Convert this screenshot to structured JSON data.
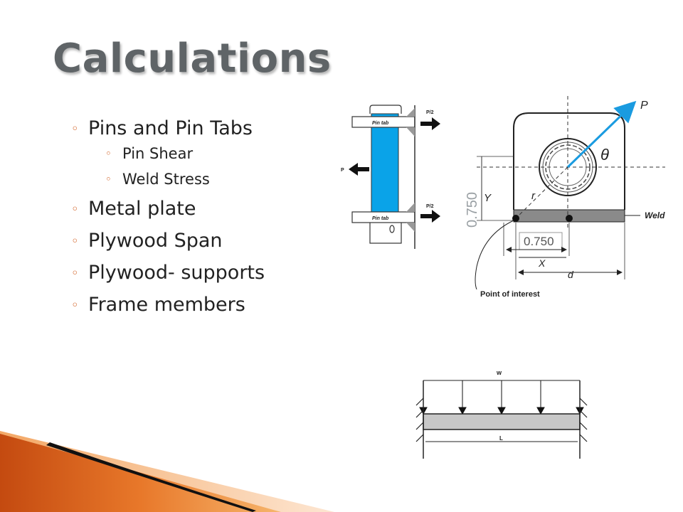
{
  "slide": {
    "title": "Calculations",
    "bullets": [
      {
        "text": "Pins and Pin Tabs",
        "children": [
          "Pin Shear",
          "Weld Stress"
        ]
      },
      {
        "text": "Metal plate",
        "children": []
      },
      {
        "text": "Plywood Span",
        "children": []
      },
      {
        "text": "Plywood- supports",
        "children": []
      },
      {
        "text": "Frame members",
        "children": []
      }
    ],
    "bullet_glyph": "◦"
  },
  "pin_diagram": {
    "tab_label_top": "Pin tab",
    "tab_label_bottom": "Pin tab",
    "force_half_top": "P/2",
    "force_half_bottom": "P/2",
    "force_left": "P"
  },
  "weld_diagram": {
    "load": "P",
    "angle": "θ",
    "radius": "r",
    "y_label": "Y",
    "x_label": "X",
    "d_label": "d",
    "weld_label": "Weld",
    "dim_horizontal": "0.750",
    "dim_vertical": "0.750",
    "point_label": "Point of interest"
  },
  "beam_diagram": {
    "load": "w",
    "length": "L"
  },
  "colors": {
    "accent": "#d05a1a",
    "title": "#5f6467",
    "pin": "#0aa3e8",
    "arrow": "#1a9be0",
    "weld": "#8a8a8a"
  }
}
